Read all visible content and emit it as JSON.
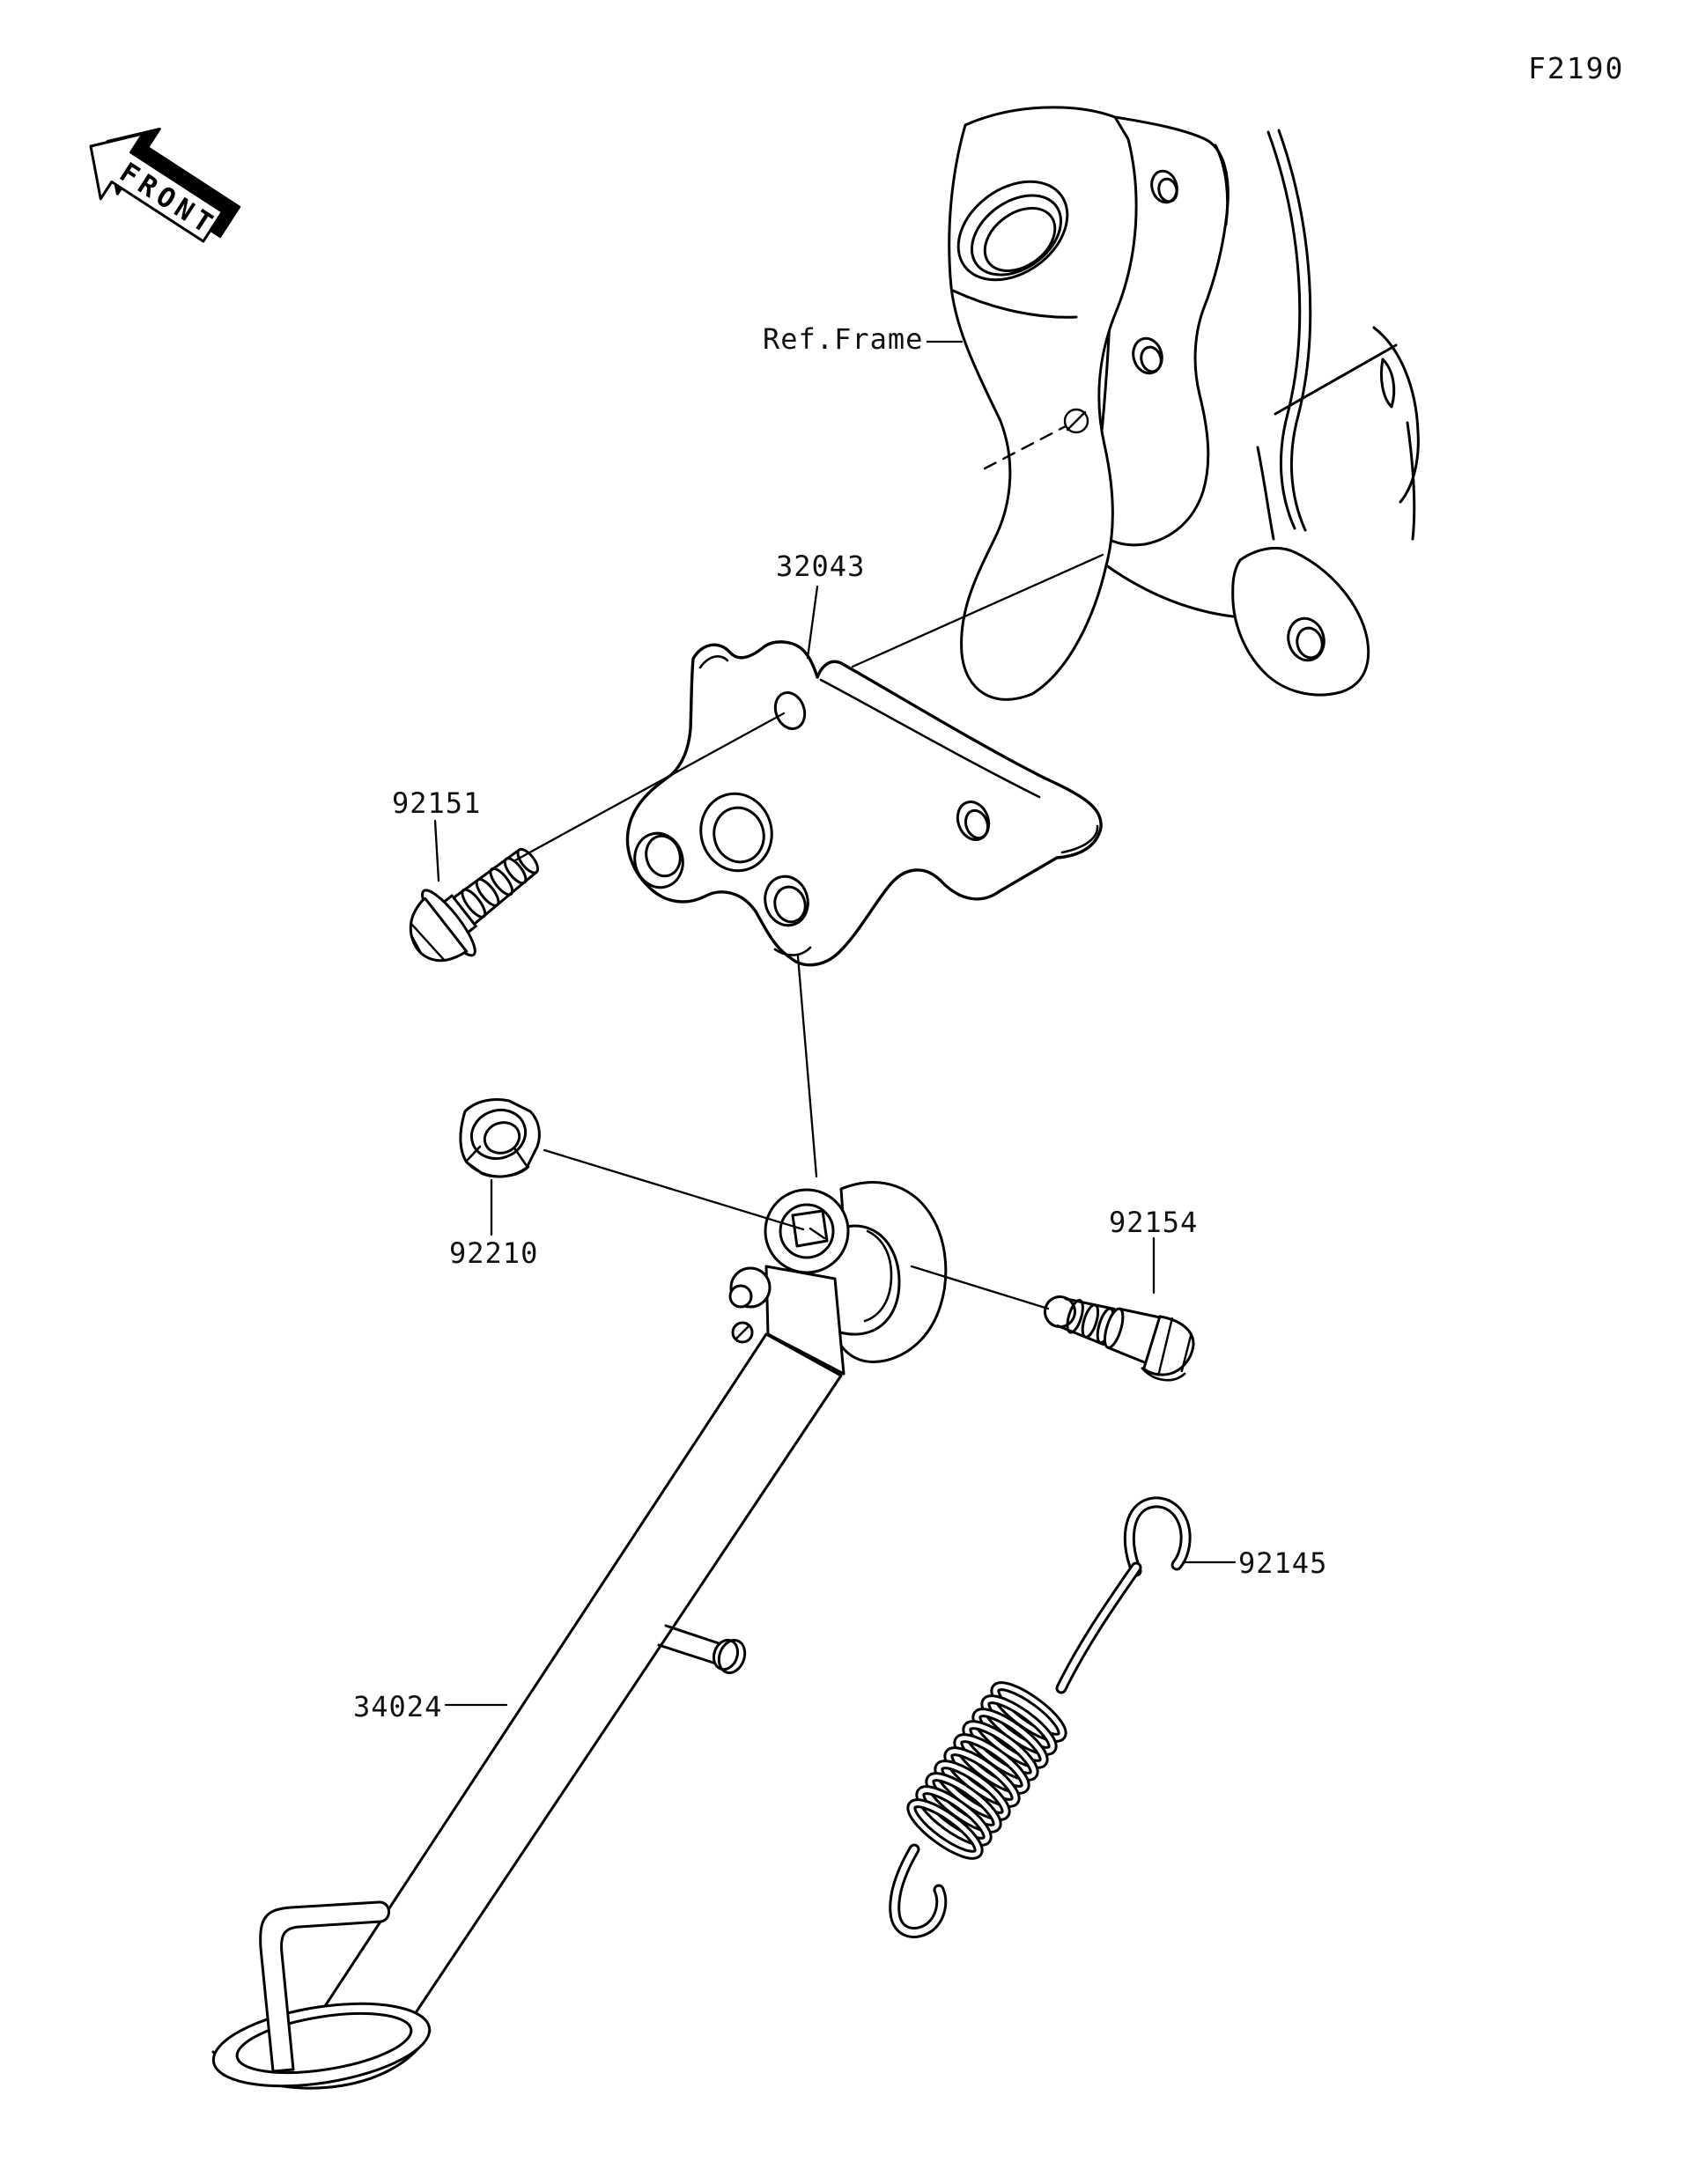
{
  "drawing": {
    "code": "F2190",
    "orientation_label": "FRONT",
    "reference_label": "Ref.Frame",
    "part_numbers": {
      "bracket": "32043",
      "bracket_bolt": "92151",
      "nut": "92210",
      "pivot_bolt": "92154",
      "spring": "92145",
      "side_stand": "34024"
    },
    "colors": {
      "line": "#000000",
      "background": "#ffffff"
    }
  }
}
